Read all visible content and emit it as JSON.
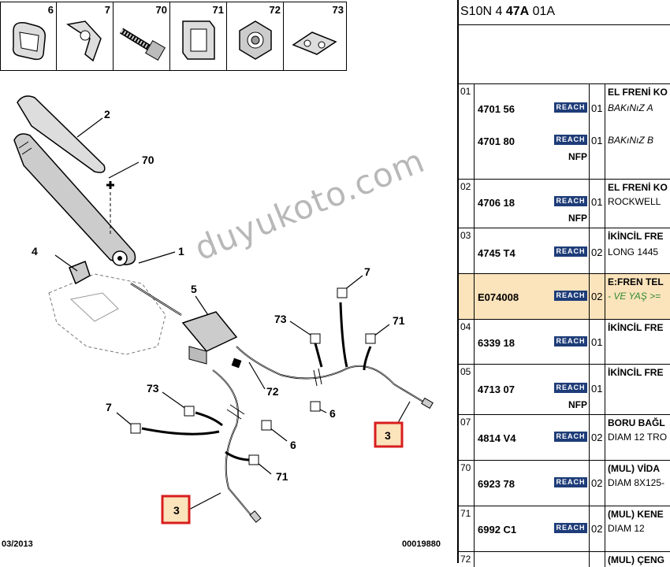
{
  "header": {
    "ref_prefix": "S10N 4 ",
    "ref_bold": "47A",
    "ref_suffix": " 01A"
  },
  "thumbnails": [
    "6",
    "7",
    "70",
    "71",
    "72",
    "73"
  ],
  "callouts": [
    "2",
    "70",
    "4",
    "1",
    "5",
    "7",
    "73",
    "71",
    "72",
    "6",
    "73",
    "7",
    "6",
    "71"
  ],
  "highlight_callouts": [
    "3",
    "3"
  ],
  "watermark": "duyukoto.com",
  "footer": {
    "date": "03/2013",
    "code": "00019880"
  },
  "badge_label": "REACH",
  "nfp_label": "NFP",
  "rows": [
    {
      "no": "01",
      "lines": [
        {
          "part": "4701 56",
          "qty": "01",
          "badge": true
        },
        {
          "part": "4701 80",
          "qty": "01",
          "badge": true,
          "nfp": true
        }
      ],
      "title": "EL FRENİ KO",
      "descs": [
        "BAKıNıZ A",
        "BAKıNıZ B"
      ],
      "desc_italic": true
    },
    {
      "no": "02",
      "lines": [
        {
          "part": "4706 18",
          "qty": "01",
          "badge": true,
          "nfp": true
        }
      ],
      "title": "EL FRENİ KO",
      "descs": [
        "ROCKWELL"
      ]
    },
    {
      "no": "03",
      "lines": [
        {
          "part": "4745 T4",
          "qty": "02",
          "badge": true
        }
      ],
      "title": "İKİNCİL FRE",
      "descs": [
        "LONG 1445"
      ]
    },
    {
      "no": "",
      "lines": [
        {
          "part": "E074008",
          "qty": "02",
          "badge": true
        }
      ],
      "title": "E:FREN TEL",
      "descs": [
        "- VE YAŞ >="
      ],
      "highlight": true,
      "desc_green": true
    },
    {
      "no": "04",
      "lines": [
        {
          "part": "6339 18",
          "qty": "01",
          "badge": true
        }
      ],
      "title": "İKİNCİL FRE",
      "descs": []
    },
    {
      "no": "05",
      "lines": [
        {
          "part": "4713 07",
          "qty": "01",
          "badge": true,
          "nfp": true
        }
      ],
      "title": "İKİNCİL FRE",
      "descs": []
    },
    {
      "no": "07",
      "lines": [
        {
          "part": "4814 V4",
          "qty": "02",
          "badge": true
        }
      ],
      "title": "BORU BAĞL",
      "descs": [
        "DIAM 12 TRO"
      ]
    },
    {
      "no": "70",
      "lines": [
        {
          "part": "6923 78",
          "qty": "02",
          "badge": true
        }
      ],
      "title": "(MUL) VİDA",
      "descs": [
        "DIAM 8X125-"
      ]
    },
    {
      "no": "71",
      "lines": [
        {
          "part": "6992 C1",
          "qty": "02",
          "badge": true
        }
      ],
      "title": "(MUL) KENE",
      "descs": [
        "DIAM 12"
      ]
    },
    {
      "no": "72",
      "lines": [],
      "title": "(MUL) ÇENG",
      "descs": []
    }
  ]
}
